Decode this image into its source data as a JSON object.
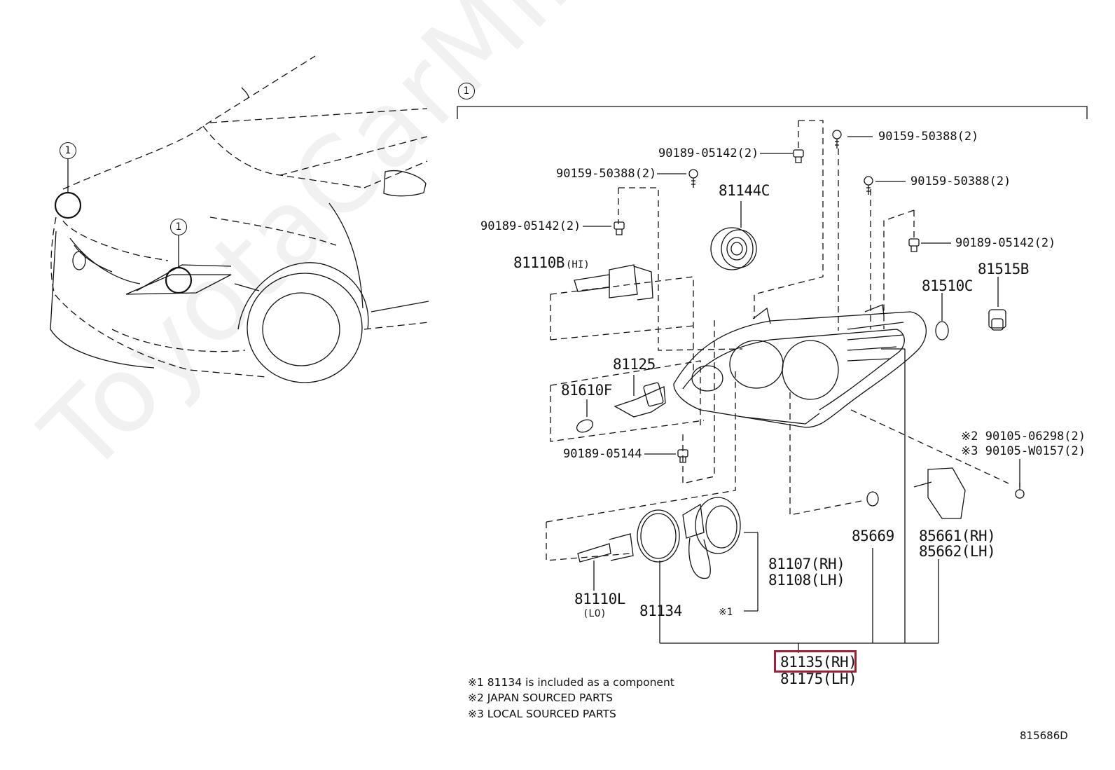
{
  "diagram": {
    "callout_number": "1",
    "watermark": "ToyotaCarMine.ru",
    "diagram_id": "815686D",
    "highlight_color": "#a0203a",
    "labels": {
      "p90159_top": "90159-50388(2)",
      "p90189_top": "90189-05142(2)",
      "p90159_left": "90159-50388(2)",
      "p90159_right": "90159-50388(2)",
      "p81144c": "81144C",
      "p90189_left": "90189-05142(2)",
      "p90189_right": "90189-05142(2)",
      "p81110b": "81110B",
      "p81110b_sub": "(HI)",
      "p81510c": "81510C",
      "p81515b": "81515B",
      "p81125": "81125",
      "p81610f": "81610F",
      "p90105_a": "※2 90105-06298(2)",
      "p90105_b": "※3 90105-W0157(2)",
      "p90189_05144": "90189-05144",
      "p85669": "85669",
      "p85661": "85661(RH)",
      "p85662": "85662(LH)",
      "p81107": "81107(RH)",
      "p81108": "81108(LH)",
      "p81110l": "81110L",
      "p81110l_sub": "(LO)",
      "p81134": "81134",
      "p_note1_mark": "※1",
      "p81135": "81135(RH)",
      "p81175": "81175(LH)"
    },
    "notes": [
      "※1 81134 is included as a component",
      "※2 JAPAN SOURCED PARTS",
      "※3 LOCAL SOURCED PARTS"
    ]
  }
}
